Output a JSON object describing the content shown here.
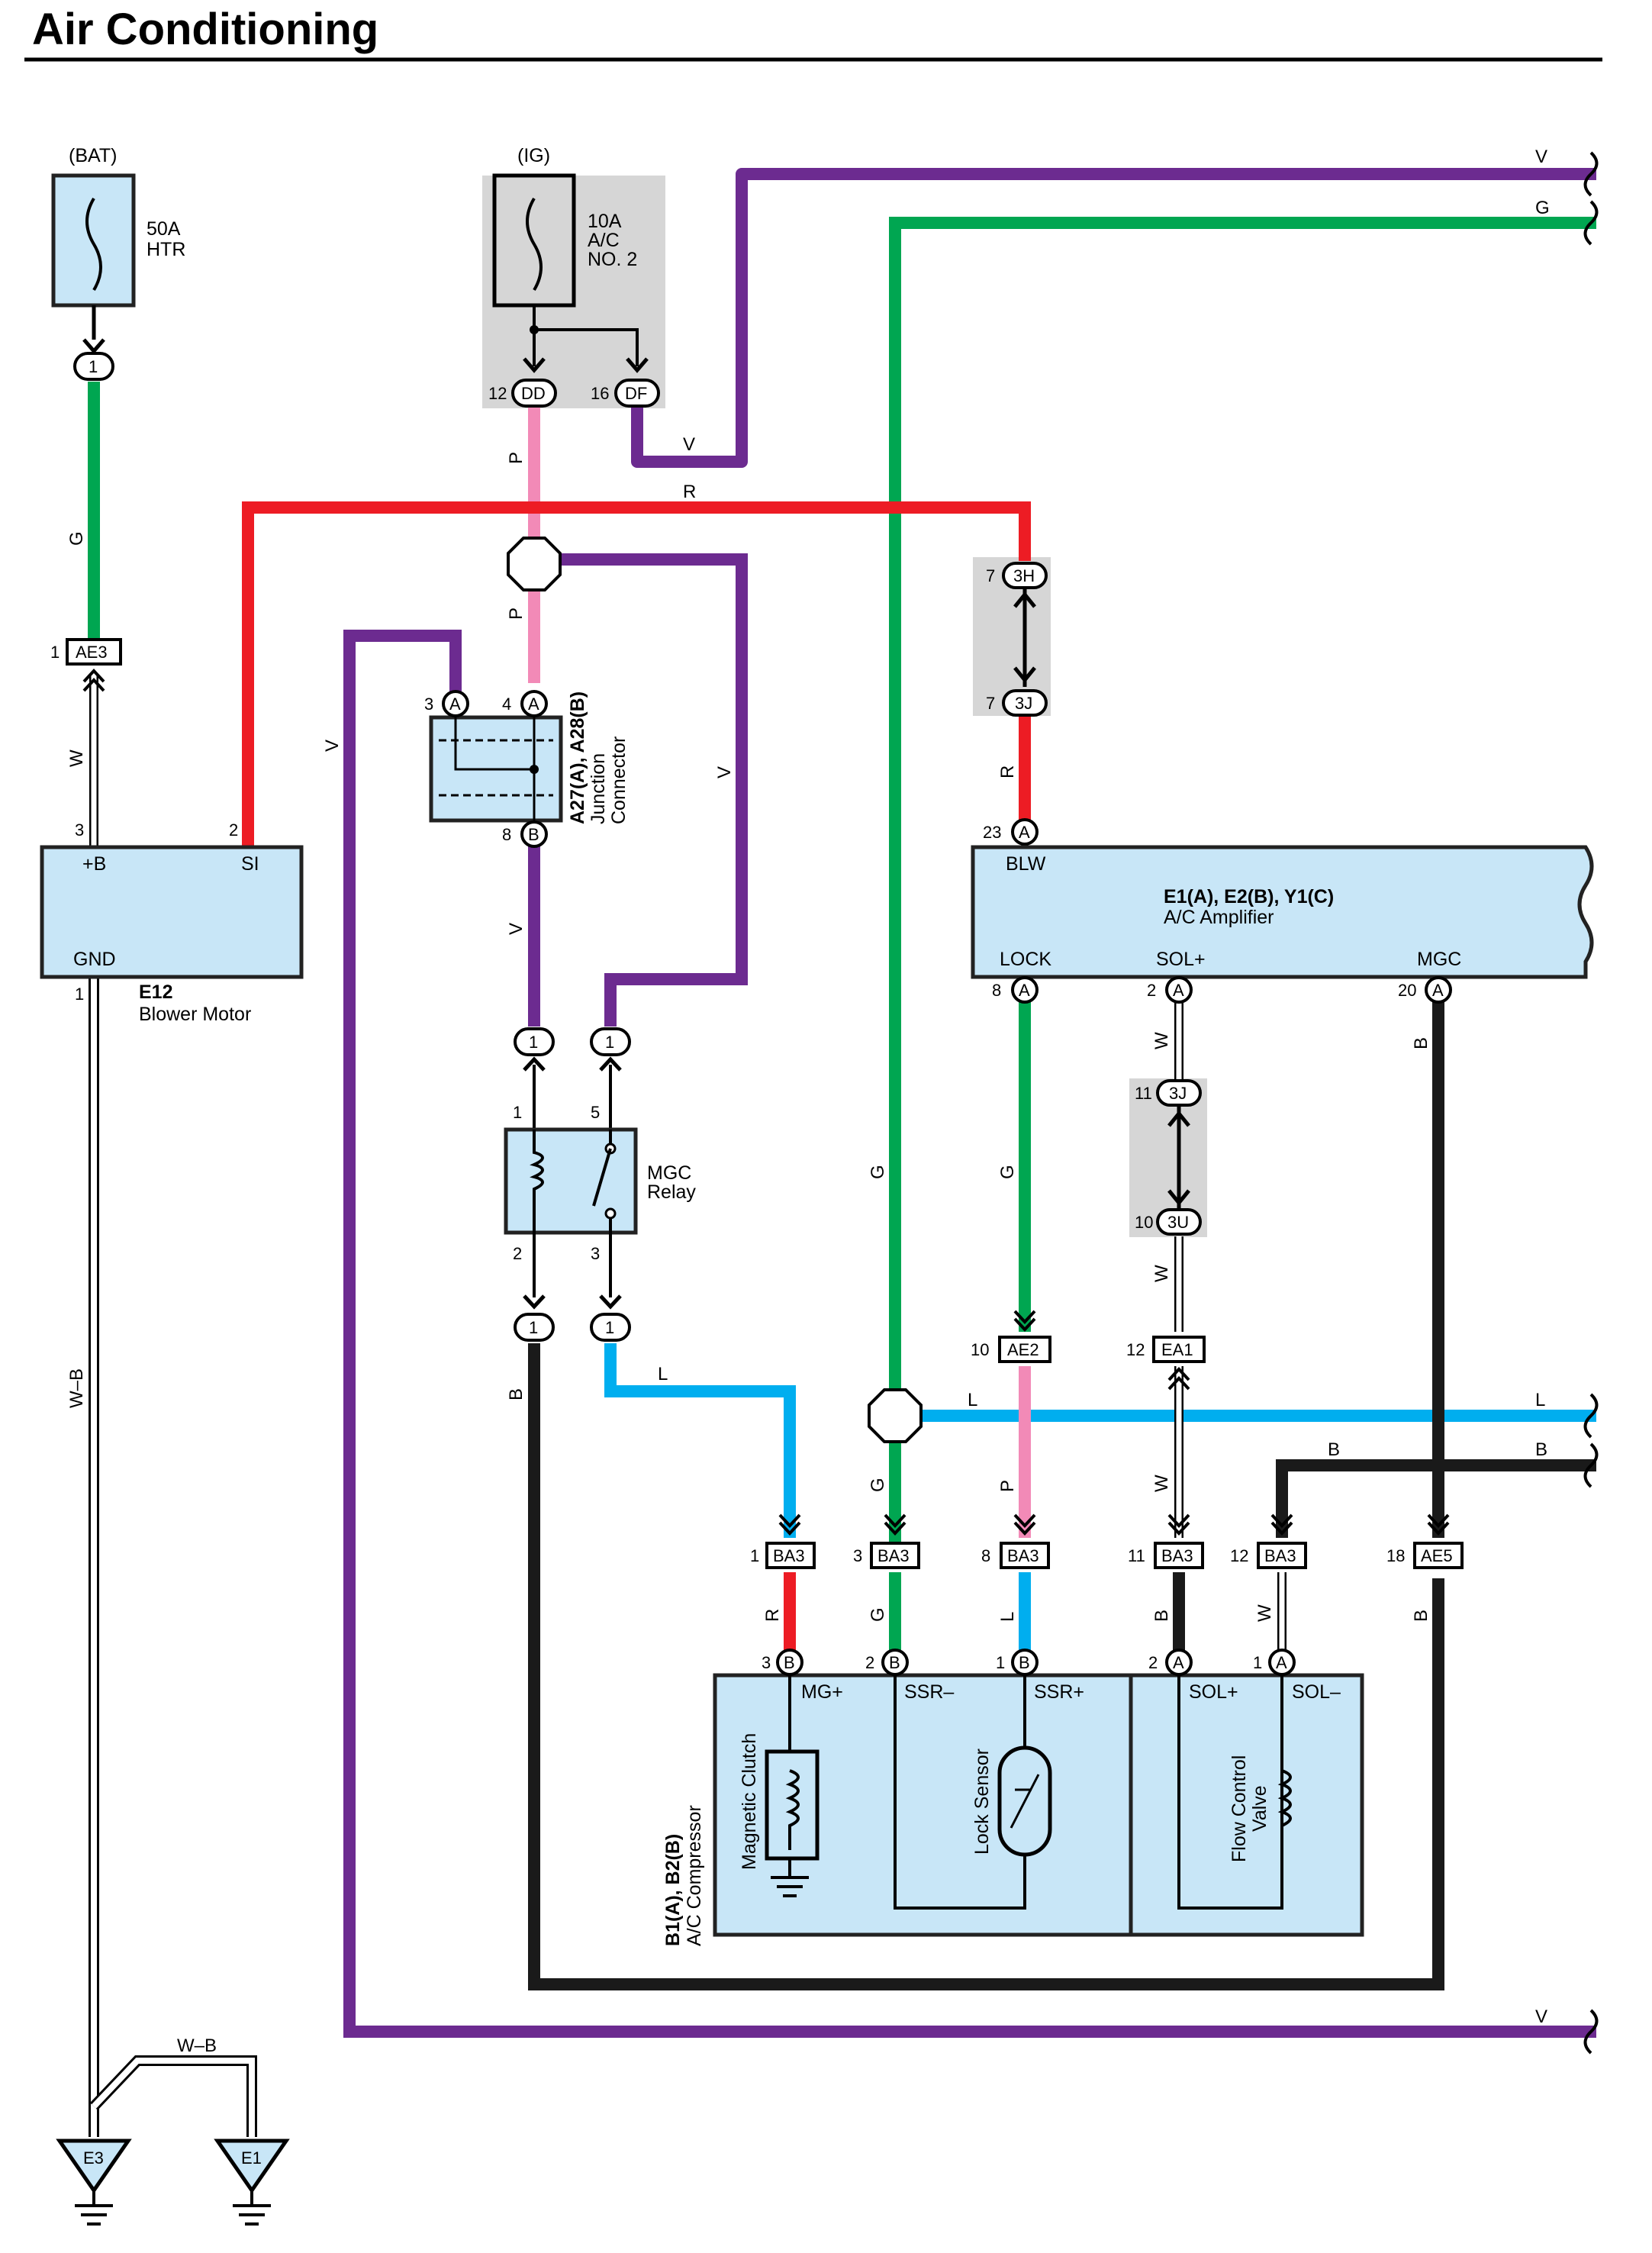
{
  "page": {
    "title": "Air Conditioning"
  },
  "colors": {
    "V": "#6c2b90",
    "G": "#00a651",
    "R": "#ed1c24",
    "P": "#f28ab7",
    "L": "#00aeef",
    "B": "#1a1a1a",
    "W": "#ffffff",
    "WB": "#ffffff",
    "component_fill": "#c8e6f7",
    "shade": "#d6d6d6"
  },
  "power": {
    "bat": "(BAT)",
    "ig": "(IG)",
    "fuse_htr": {
      "rating": "50A",
      "name": "HTR"
    },
    "fuse_ac": {
      "rating": "10A",
      "name1": "A/C",
      "name2": "NO. 2"
    }
  },
  "components": {
    "blower": {
      "code": "E12",
      "name": "Blower Motor",
      "t_b": "+B",
      "t_si": "SI",
      "t_gnd": "GND"
    },
    "jc": {
      "code": "A27(A), A28(B)",
      "name1": "Junction",
      "name2": "Connector"
    },
    "relay": {
      "name1": "MGC",
      "name2": "Relay"
    },
    "amp": {
      "code": "E1(A), E2(B), Y1(C)",
      "name": "A/C Amplifier",
      "t_blw": "BLW",
      "t_lock": "LOCK",
      "t_sol": "SOL+",
      "t_mgc": "MGC"
    },
    "comp": {
      "code": "B1(A), B2(B)",
      "name": "A/C Compressor",
      "t_mg": "MG+",
      "t_ssrm": "SSR–",
      "t_ssrp": "SSR+",
      "t_solp": "SOL+",
      "t_solm": "SOL–",
      "clutch": "Magnetic Clutch",
      "sensor": "Lock Sensor",
      "valve1": "Flow Control",
      "valve2": "Valve"
    },
    "ground1": "E3",
    "ground2": "E1"
  },
  "connectors": {
    "ae3": "AE3",
    "dd": "DD",
    "df": "DF",
    "h3": "3H",
    "j3a": "3J",
    "j3b": "3J",
    "u3": "3U",
    "ae2": "AE2",
    "ea1": "EA1",
    "ba3": "BA3",
    "ae5": "AE5",
    "one": "1",
    "a": "A",
    "b": "B"
  },
  "pins": {
    "p1": "1",
    "p2": "2",
    "p3": "3",
    "p4": "4",
    "p5": "5",
    "p7": "7",
    "p8": "8",
    "p10": "10",
    "p11": "11",
    "p12": "12",
    "p16": "16",
    "p18": "18",
    "p20": "20",
    "p23": "23"
  },
  "wires": {
    "V": "V",
    "G": "G",
    "R": "R",
    "P": "P",
    "L": "L",
    "B": "B",
    "W": "W",
    "WB": "W–B"
  }
}
